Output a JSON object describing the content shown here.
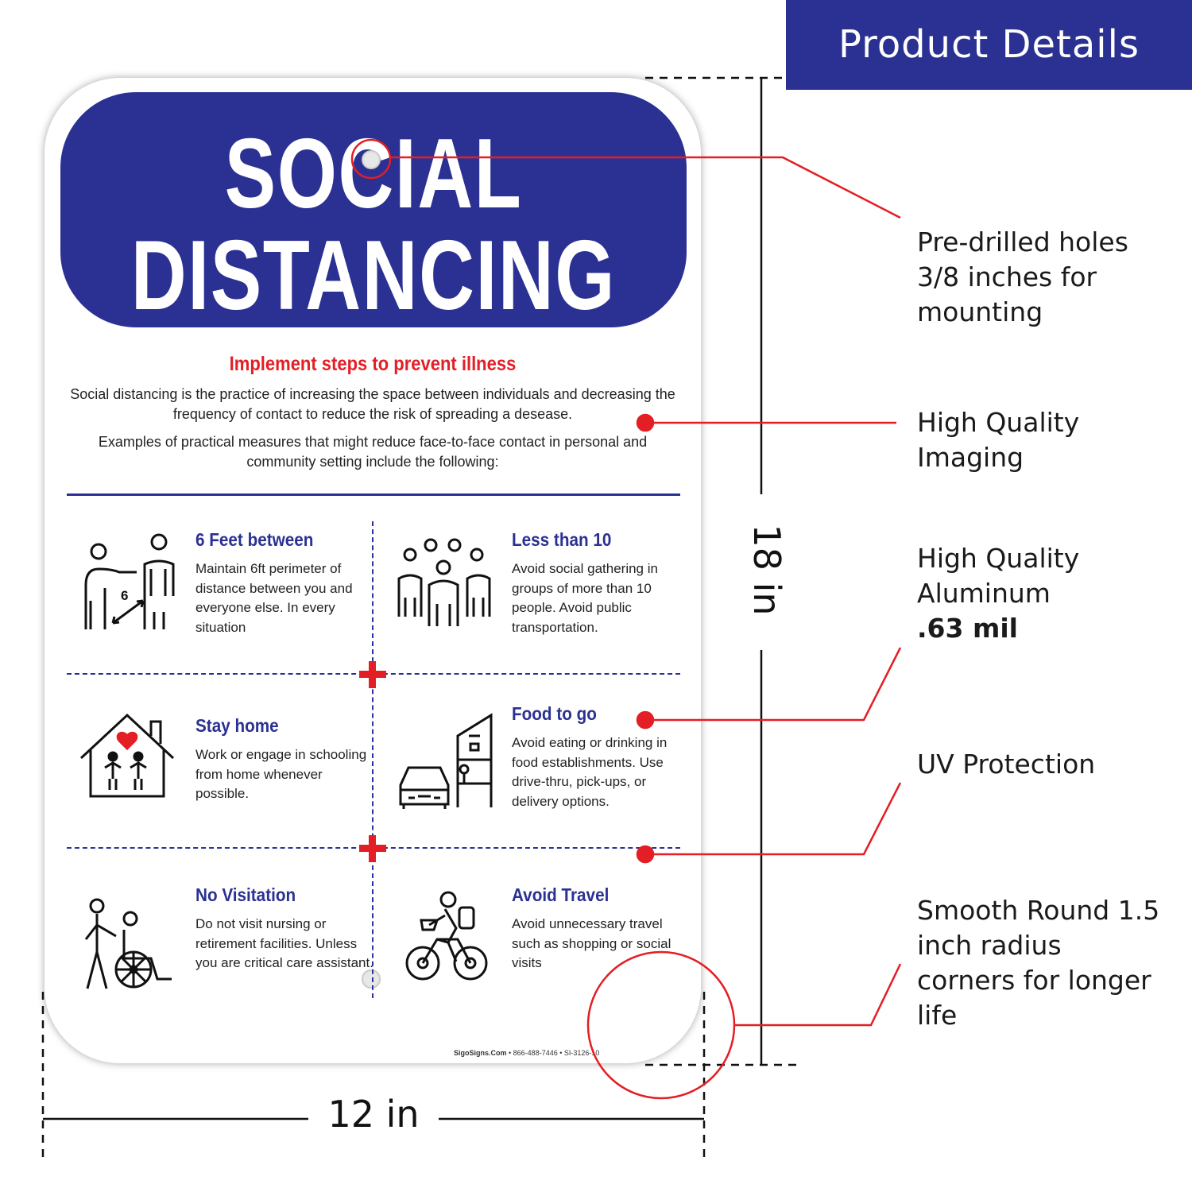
{
  "header": {
    "title": "Product Details"
  },
  "sign": {
    "title_line1": "SOCIAL",
    "title_line2": "DISTANCING",
    "subheading": "Implement steps to prevent illness",
    "paragraph1": "Social distancing is the practice of increasing the space between individuals and decreasing the frequency of contact to reduce the risk of spreading a desease.",
    "paragraph2": "Examples of practical measures that might reduce face-to-face contact in personal and community setting include the following:",
    "distance_marker": "6",
    "cells": [
      {
        "title": "6 Feet between",
        "text": "Maintain 6ft perimeter of distance between you and everyone else. In every situation",
        "icon": "distance-people-icon"
      },
      {
        "title": "Less than 10",
        "text": "Avoid social gathering in groups of more than 10 people. Avoid public transportation.",
        "icon": "crowd-icon"
      },
      {
        "title": "Stay home",
        "text": "Work or engage in schooling from home whenever possible.",
        "icon": "house-family-icon"
      },
      {
        "title": "Food to go",
        "text": "Avoid eating or drinking in food establishments. Use drive-thru, pick-ups, or delivery options.",
        "icon": "drive-thru-icon"
      },
      {
        "title": "No Visitation",
        "text": "Do not visit  nursing or retirement facilities. Unless you are critical care assistant.",
        "icon": "wheelchair-icon"
      },
      {
        "title": "Avoid Travel",
        "text": "Avoid unnecessary travel such as shopping or social visits",
        "icon": "cyclist-icon"
      }
    ],
    "footer_brand": "SigoSigns.Com",
    "footer_rest": " • 866-488-7446 • SI-3126-10"
  },
  "callouts": {
    "holes": "Pre-drilled holes 3/8 inches for mounting",
    "imaging": "High Quality Imaging",
    "aluminum": "High Quality Aluminum",
    "aluminum_spec": ".63 mil",
    "uv": "UV Protection",
    "corners": "Smooth Round 1.5 inch radius corners for longer life"
  },
  "dimensions": {
    "width": "12 in",
    "height": "18 in"
  },
  "colors": {
    "navy": "#2b3192",
    "red": "#e31e24"
  }
}
